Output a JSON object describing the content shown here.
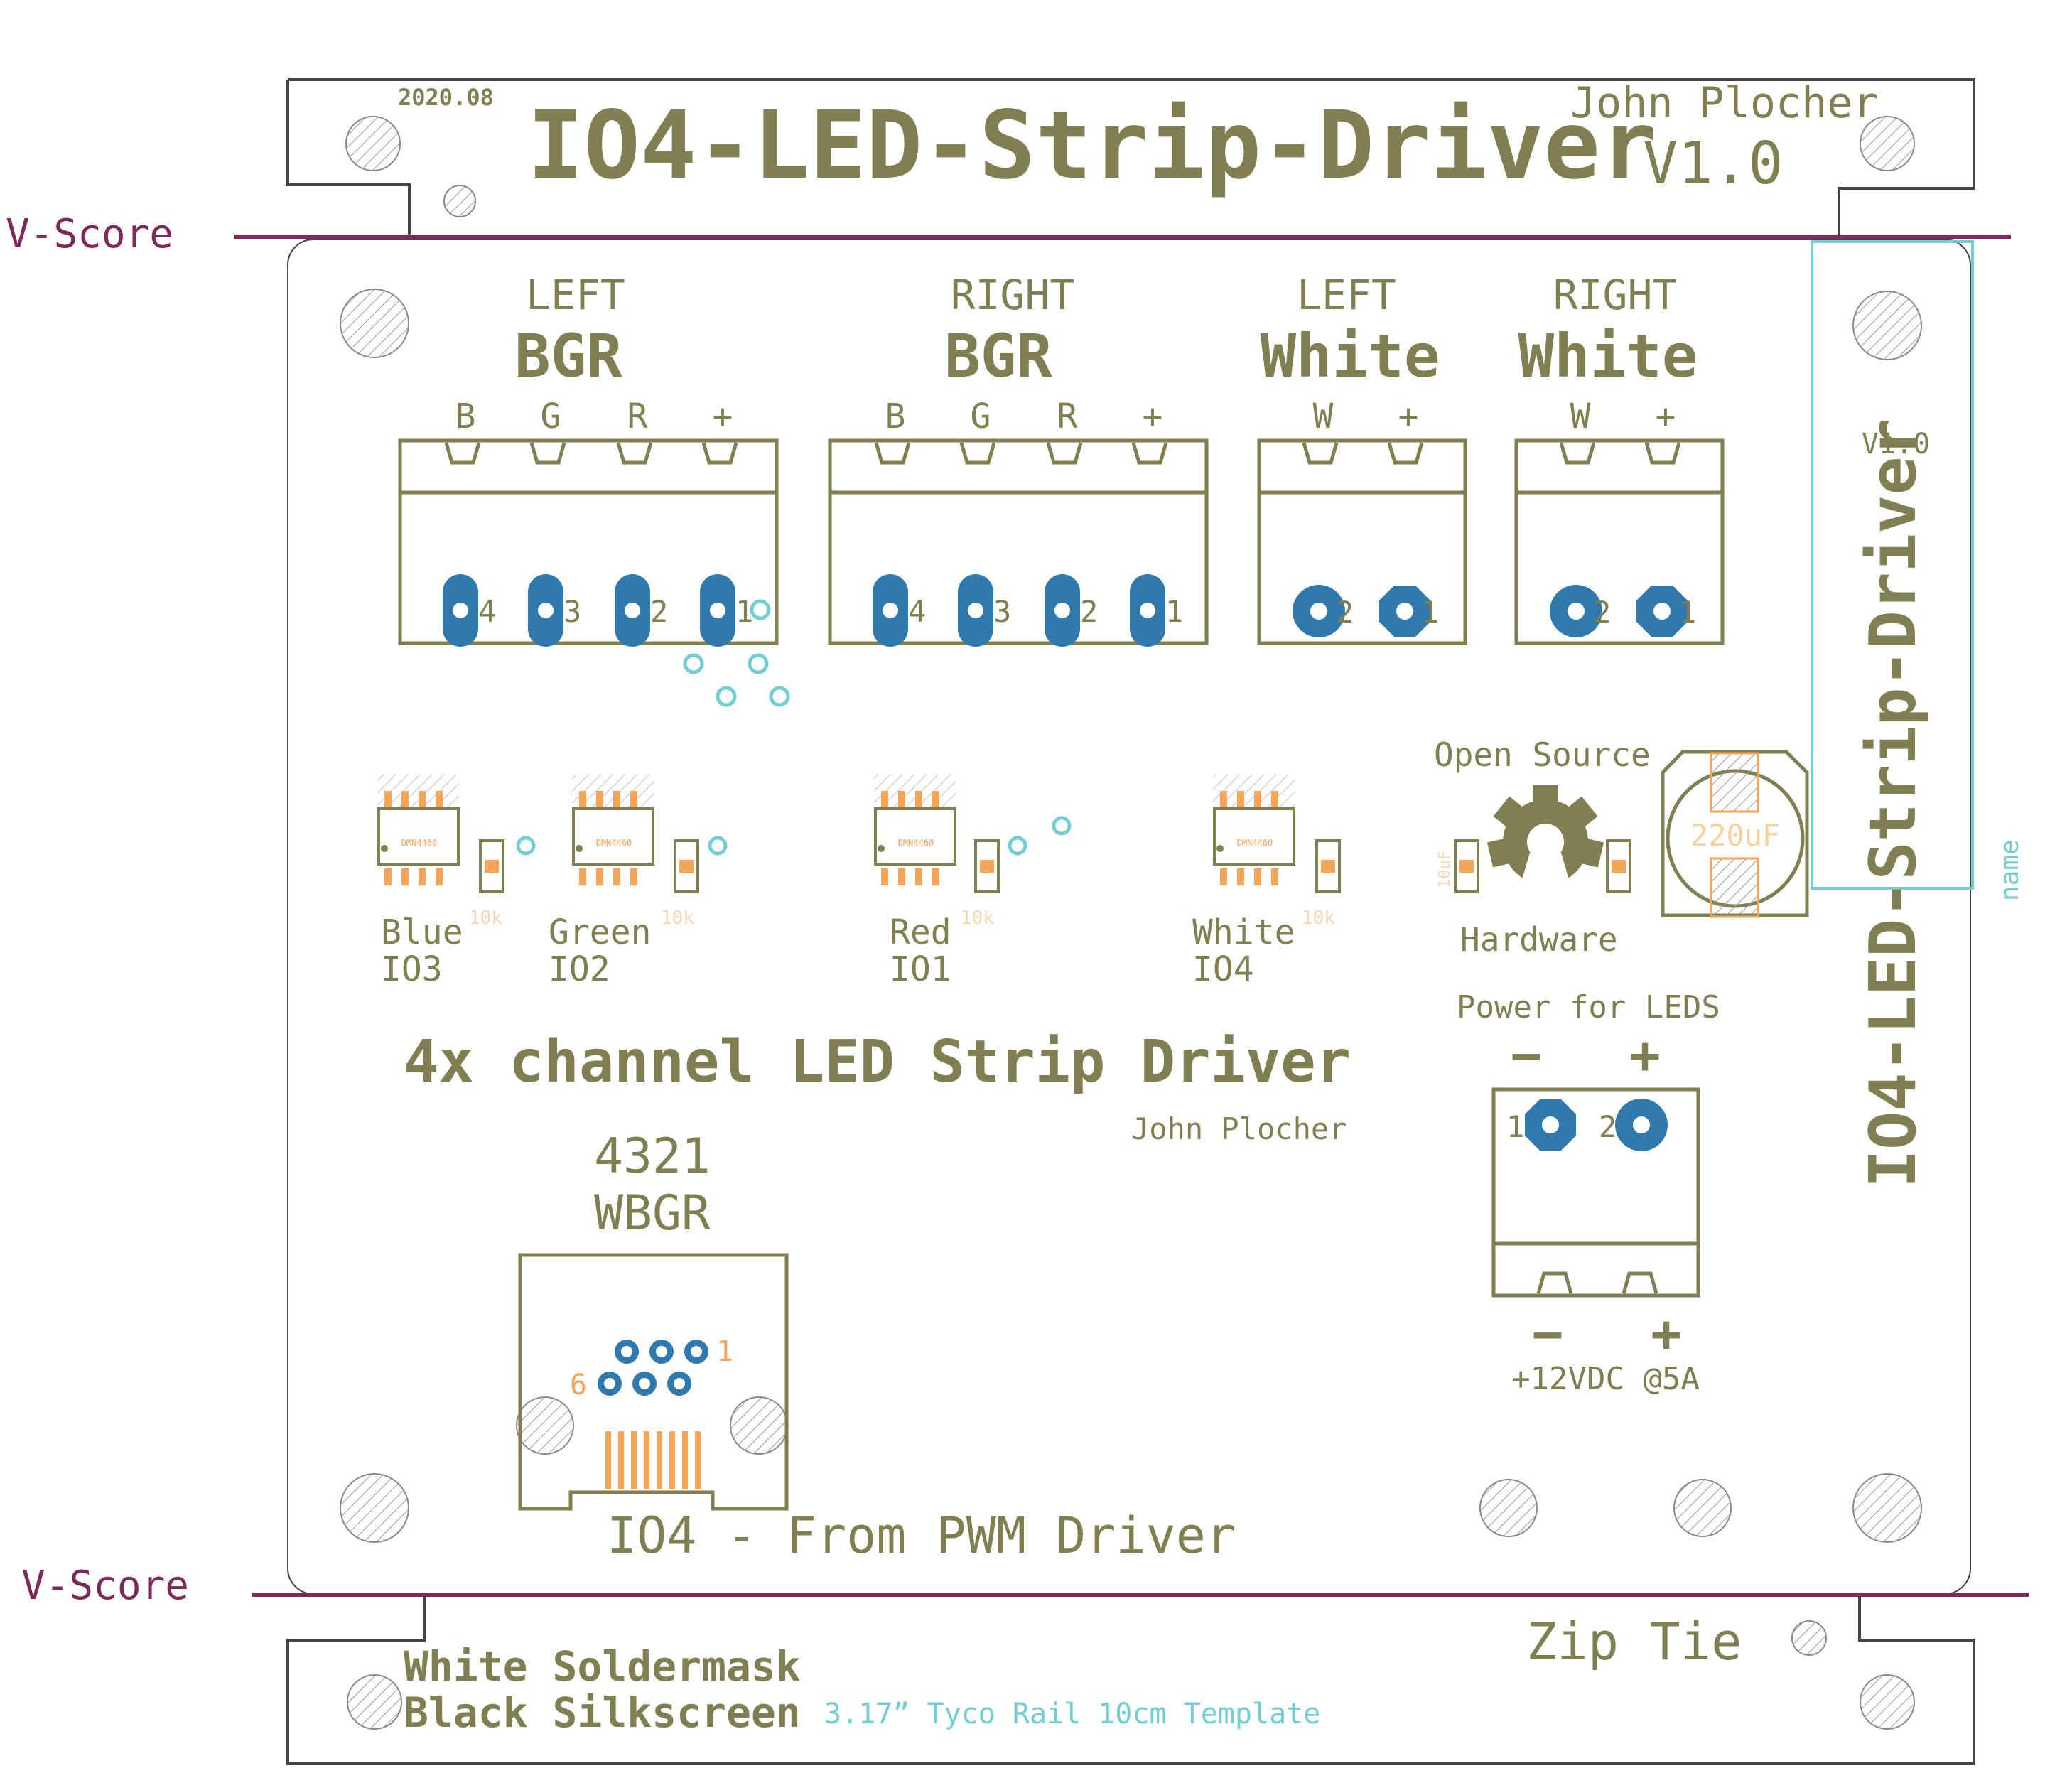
{
  "colors": {
    "silk": "#7f7f52",
    "silk_light": "#9a9a7a",
    "vscore": "#7b2a5a",
    "copper_pad": "#2f79ad",
    "smd_pad": "#f5a55a",
    "outline": "#444444",
    "doc_cyan": "#74cdd0",
    "hole": "#8a8a8a"
  },
  "icons": [
    "mounting-hole-icon",
    "open-source-hardware-gear-icon",
    "via-icon"
  ],
  "header": {
    "date": "2020.08",
    "title": "IO4-LED-Strip-Driver",
    "author": "John Plocher",
    "version": "V1.0"
  },
  "vscore": {
    "top_label": "V-Score",
    "bottom_label": "V-Score"
  },
  "connectors": [
    {
      "side": "LEFT",
      "type": "BGR",
      "pins": [
        "B",
        "G",
        "R",
        "+"
      ],
      "numbers": [
        "4",
        "3",
        "2",
        "1"
      ]
    },
    {
      "side": "RIGHT",
      "type": "BGR",
      "pins": [
        "B",
        "G",
        "R",
        "+"
      ],
      "numbers": [
        "4",
        "3",
        "2",
        "1"
      ]
    },
    {
      "side": "LEFT",
      "type": "White",
      "pins": [
        "W",
        "+"
      ],
      "numbers": [
        "2",
        "1"
      ]
    },
    {
      "side": "RIGHT",
      "type": "White",
      "pins": [
        "W",
        "+"
      ],
      "numbers": [
        "2",
        "1"
      ]
    }
  ],
  "channels": [
    {
      "color": "Blue",
      "io": "IO3",
      "resistor": "10k"
    },
    {
      "color": "Green",
      "io": "IO2",
      "resistor": "10k"
    },
    {
      "color": "Red",
      "io": "IO1",
      "resistor": "10k"
    },
    {
      "color": "White",
      "io": "IO4",
      "resistor": "10k"
    }
  ],
  "chip_label": "DMN4460",
  "oshw": {
    "top": "Open Source",
    "bottom": "Hardware",
    "cap_left": "10uF"
  },
  "capacitor": {
    "value": "220uF"
  },
  "power": {
    "title": "Power for LEDS",
    "minus": "−",
    "plus": "+",
    "pin1": "1",
    "pin2": "2",
    "rating": "+12VDC @5A"
  },
  "main_title": "4x channel LED Strip Driver",
  "author_small": "John Plocher",
  "rj": {
    "digits": "4321",
    "colors": "WBGR",
    "pin1": "1",
    "pin6": "6",
    "label": "IO4 - From PWM Driver"
  },
  "side_label": {
    "version": "V1.0",
    "title": "IO4-LED-Strip-Driver",
    "name": "name"
  },
  "footer": {
    "line1": "White Soldermask",
    "line2": "Black Silkscreen",
    "template": "3.17” Tyco Rail 10cm Template",
    "zip_tie": "Zip Tie"
  }
}
